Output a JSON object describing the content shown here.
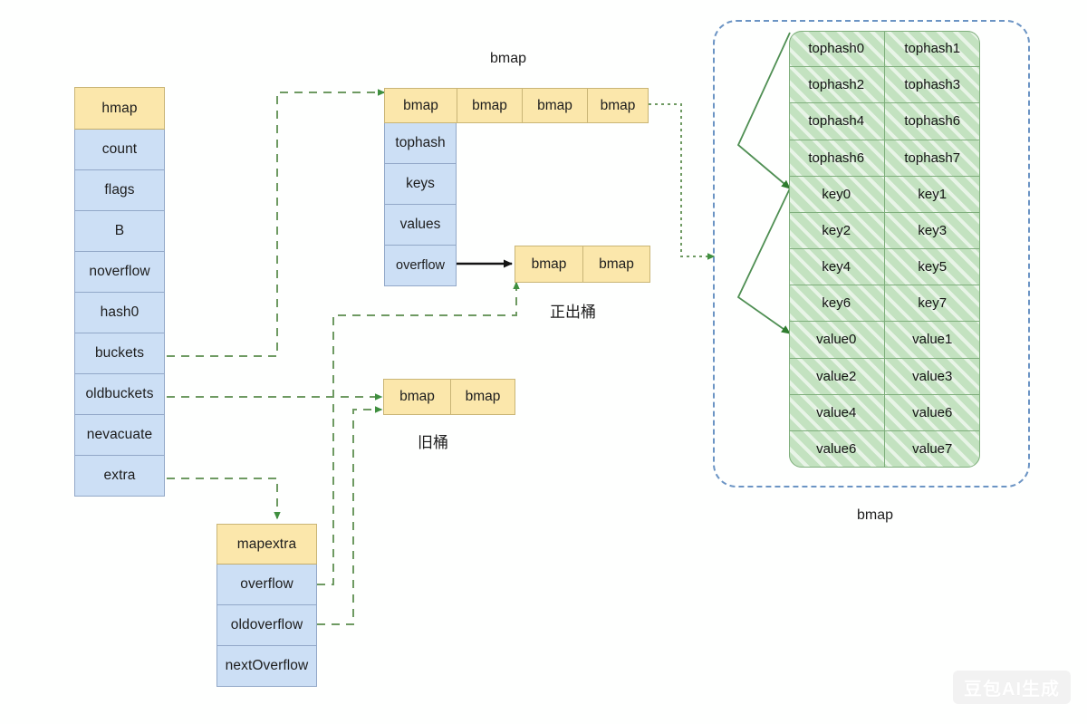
{
  "diagram": {
    "title_bmap_top": "bmap",
    "title_bmap_right": "bmap",
    "label_new_bucket": "正出桶",
    "label_old_bucket": "旧桶",
    "watermark": "豆包AI生成"
  },
  "colors": {
    "header_yellow": "#fbe7ab",
    "body_blue": "#ccdff5",
    "green_cell": "#c3e2c0",
    "green_border": "#7fae7c",
    "dashed_container": "#6b94c4",
    "green_arrow": "#3f8f3f",
    "black_arrow": "#141414"
  },
  "hmap": {
    "header": "hmap",
    "fields": [
      "count",
      "flags",
      "B",
      "noverflow",
      "hash0",
      "buckets",
      "oldbuckets",
      "nevacuate",
      "extra"
    ]
  },
  "mapextra": {
    "header": "mapextra",
    "fields": [
      "overflow",
      "oldoverflow",
      "nextOverflow"
    ]
  },
  "buckets_array": {
    "tiles": [
      "bmap",
      "bmap",
      "bmap",
      "bmap"
    ]
  },
  "bmap_detail": {
    "fields": [
      "tophash",
      "keys",
      "values",
      "overflow"
    ]
  },
  "new_overflow_bucket": {
    "tiles": [
      "bmap",
      "bmap"
    ]
  },
  "old_bucket": {
    "tiles": [
      "bmap",
      "bmap"
    ]
  },
  "bmap_cells": [
    "tophash0",
    "tophash1",
    "tophash2",
    "tophash3",
    "tophash4",
    "tophash6",
    "tophash6",
    "tophash7",
    "key0",
    "key1",
    "key2",
    "key3",
    "key4",
    "key5",
    "key6",
    "key7",
    "value0",
    "value1",
    "value2",
    "value3",
    "value4",
    "value6",
    "value6",
    "value7"
  ]
}
